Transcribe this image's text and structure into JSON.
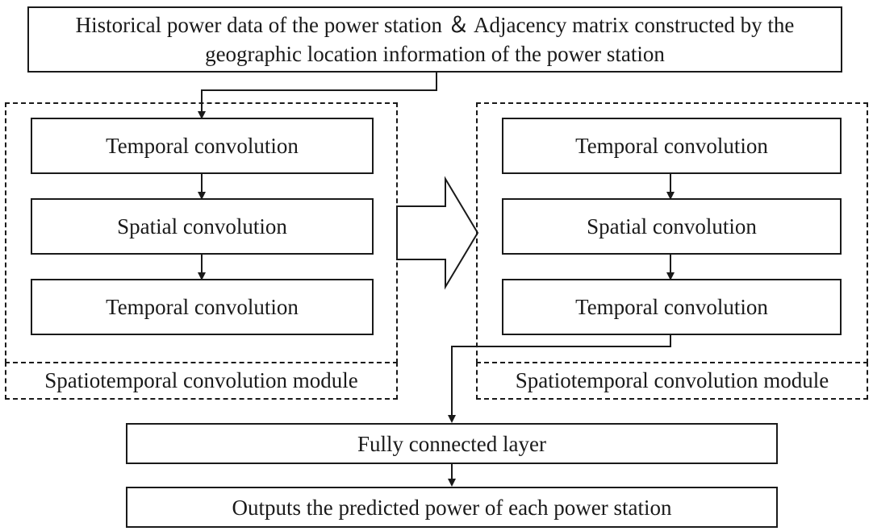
{
  "input": {
    "line1": "Historical power data of the power station ＆ Adjacency matrix constructed by the",
    "line2": "geographic location information of the power station"
  },
  "modules": [
    {
      "label": "Spatiotemporal convolution module",
      "layers": [
        "Temporal convolution",
        "Spatial convolution",
        "Temporal convolution"
      ]
    },
    {
      "label": "Spatiotemporal convolution module",
      "layers": [
        "Temporal convolution",
        "Spatial convolution",
        "Temporal convolution"
      ]
    }
  ],
  "fc_layer": "Fully connected layer",
  "output": "Outputs the predicted power of each power station"
}
